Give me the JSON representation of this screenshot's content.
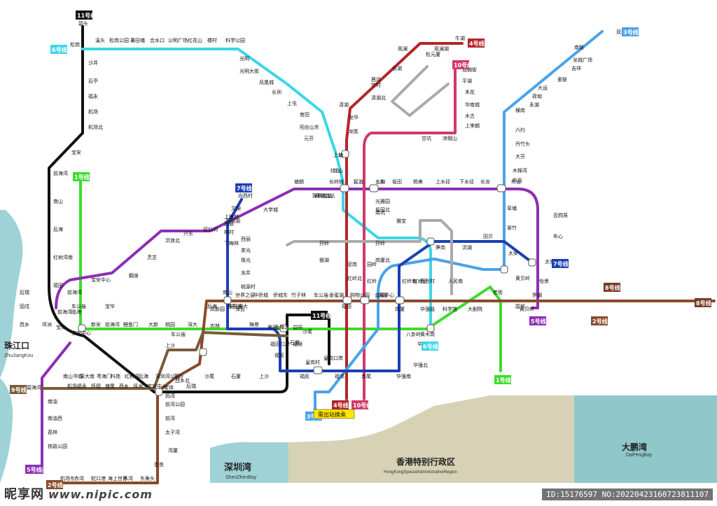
{
  "colors": {
    "line1": "#3ddc2e",
    "line2": "#8b4a2b",
    "line3": "#4aa3e8",
    "line4": "#b3262c",
    "line5": "#8c2fb3",
    "line6": "#3ad7e6",
    "line7": "#1c3fb3",
    "line8": "#7a3a2a",
    "line9": "#7a5a3a",
    "line10": "#d03a6a",
    "line11": "#111111",
    "sea": "#9fd2d6",
    "hk": "#d7d2b5",
    "dapeng": "#8fc7cb"
  },
  "areas": {
    "zhujiangkou": {
      "zh": "珠江口",
      "en": "ZhuJiangKou"
    },
    "shenzhenwan": {
      "zh": "深圳湾",
      "en": "ShenZhenBay"
    },
    "hongkong": {
      "zh": "香港特别行政区",
      "en": "HongKongSpecialAdministrativeRegion"
    },
    "dapengwan": {
      "zh": "大鹏湾",
      "en": "DaPengBay"
    }
  },
  "line_badges": [
    {
      "id": "11",
      "label": "11号线",
      "color": "#111111"
    },
    {
      "id": "6a",
      "label": "6号线",
      "color": "#3ad7e6"
    },
    {
      "id": "1a",
      "label": "1号线",
      "color": "#3ddc2e"
    },
    {
      "id": "7a",
      "label": "7号线",
      "color": "#1c3fb3"
    },
    {
      "id": "4a",
      "label": "4号线",
      "color": "#b3262c"
    },
    {
      "id": "10a",
      "label": "10号线",
      "color": "#d03a6a"
    },
    {
      "id": "3a",
      "label": "3号线",
      "color": "#4aa3e8"
    },
    {
      "id": "7b",
      "label": "7号线",
      "color": "#1c3fb3"
    },
    {
      "id": "5a",
      "label": "5号线",
      "color": "#8c2fb3"
    },
    {
      "id": "8a",
      "label": "8号线",
      "color": "#7a3a2a"
    },
    {
      "id": "8b",
      "label": "8号线",
      "color": "#7a3a2a"
    },
    {
      "id": "2a",
      "label": "2号线",
      "color": "#8b4a2b"
    },
    {
      "id": "5b",
      "label": "5号线",
      "color": "#8c2fb3"
    },
    {
      "id": "9a",
      "label": "9号线",
      "color": "#7a5a3a"
    },
    {
      "id": "5c",
      "label": "5号线",
      "color": "#8c2fb3"
    },
    {
      "id": "2b",
      "label": "2号线",
      "color": "#8b4a2b"
    },
    {
      "id": "1b",
      "label": "1号线",
      "color": "#3ddc2e"
    },
    {
      "id": "6b",
      "label": "6号线",
      "color": "#3ad7e6"
    },
    {
      "id": "4b",
      "label": "4号线",
      "color": "#b3262c"
    },
    {
      "id": "10b",
      "label": "10号线",
      "color": "#d03a6a"
    },
    {
      "id": "3b",
      "label": "3号线",
      "color": "#4aa3e8"
    },
    {
      "id": "11b",
      "label": "11号线",
      "color": "#111111"
    }
  ],
  "legend": {
    "transfer_out": "需出站换乘"
  },
  "stations": [
    "碧头",
    "松岗",
    "沙井",
    "后亭",
    "福永",
    "机场",
    "机场北",
    "宝安",
    "前海湾",
    "南山",
    "后海",
    "红树湾南",
    "福田",
    "车公庙",
    "溪头",
    "松岗公园",
    "薯田埔",
    "合水口",
    "公明广场",
    "红花山",
    "楼村",
    "科学公园",
    "光明",
    "光明大街",
    "凤凰城",
    "长圳",
    "上屯",
    "官田",
    "阳台山东",
    "元芬",
    "上塘",
    "红山",
    "深圳北站",
    "民治",
    "五和",
    "坂田北",
    "牛湖",
    "观澜湖",
    "松元厦",
    "观澜",
    "长湖",
    "茜坑",
    "竹村",
    "清湖北",
    "清湖",
    "龙华",
    "龙胜",
    "上塘",
    "双拥街",
    "平湖",
    "禾花",
    "华南城",
    "木古",
    "上李朗",
    "甘坑",
    "凉帽山",
    "五和",
    "光雅园",
    "南坑",
    "雅宝",
    "孖岭",
    "岗厦北",
    "双龙",
    "南联",
    "龙城广场",
    "吉祥",
    "爱联",
    "大运",
    "荷坳",
    "永湖",
    "横岗",
    "六约",
    "丹竹头",
    "大芬",
    "木棉湾",
    "布吉",
    "草埔",
    "翠竹",
    "黄贝岭",
    "罗湖",
    "国贸",
    "老街",
    "大剧院",
    "科学馆",
    "华强路",
    "岗厦",
    "会展中心",
    "购物公园",
    "香蜜湖",
    "车公庙",
    "竹子林",
    "侨城东",
    "华侨城",
    "世界之窗",
    "白石洲",
    "高新园",
    "深大",
    "桃园",
    "大新",
    "鲤鱼门",
    "前海湾",
    "新安",
    "宝安中心",
    "宝体",
    "坪洲",
    "西乡",
    "固戍",
    "后瑞",
    "机场东",
    "赤湾",
    "蛇口港",
    "海上世界",
    "水湾",
    "东角头",
    "登良",
    "湾厦",
    "太子湾",
    "前湾",
    "前湾公园",
    "妈湾",
    "铁路公园",
    "荔林",
    "南油西",
    "南油",
    "南山书城",
    "深大南",
    "粤海门",
    "科苑",
    "红树湾",
    "后海",
    "深圳湾公园",
    "下沙",
    "沙尾",
    "石厦",
    "上沙",
    "福民",
    "福田口岸",
    "福保",
    "益田",
    "香梅北",
    "景田",
    "梅景",
    "下梅林",
    "梅村",
    "上梅林",
    "孖岭",
    "银湖",
    "泥岗",
    "红岭北",
    "园岭",
    "红岭",
    "红岭南",
    "鹿丹村",
    "人民南",
    "向西村",
    "文锦",
    "西丽湖",
    "西丽",
    "茶光",
    "珠光",
    "龙井",
    "桃源村",
    "深云",
    "安托山",
    "农林",
    "车公庙",
    "上沙",
    "沙尾",
    "石厦",
    "皇岗村",
    "福民",
    "皇岗口岸",
    "福邻",
    "赤尾",
    "华强南",
    "华强北",
    "华新",
    "黄木岗",
    "八卦岭",
    "红岭北",
    "笋岗",
    "洪湖",
    "田贝",
    "太安",
    "前海湾",
    "临海",
    "宝华",
    "宝安中心",
    "翻身",
    "灵芝",
    "洪浪北",
    "兴东",
    "留仙洞",
    "西丽",
    "大学城",
    "塘朗",
    "长岭陂",
    "深圳北站",
    "民治",
    "五和",
    "坂田",
    "杨美",
    "上水径",
    "下水径",
    "长龙",
    "布吉",
    "百鸽笼",
    "布心",
    "太安",
    "怡景",
    "黄贝岭",
    "碧海湾",
    "机场",
    "福永",
    "怀德",
    "塘尾",
    "西乡",
    "坪洲",
    "宝安中心",
    "宝体",
    "西乡北",
    "后瑞",
    "福田",
    "岗厦",
    "深圳北站",
    "红山",
    "深大",
    "南山",
    "后海",
    "前海湾"
  ],
  "watermark": {
    "brand": "昵享网",
    "url": "www.nipic.com",
    "id": "ID:15176597 NO:20220423160723811107"
  }
}
